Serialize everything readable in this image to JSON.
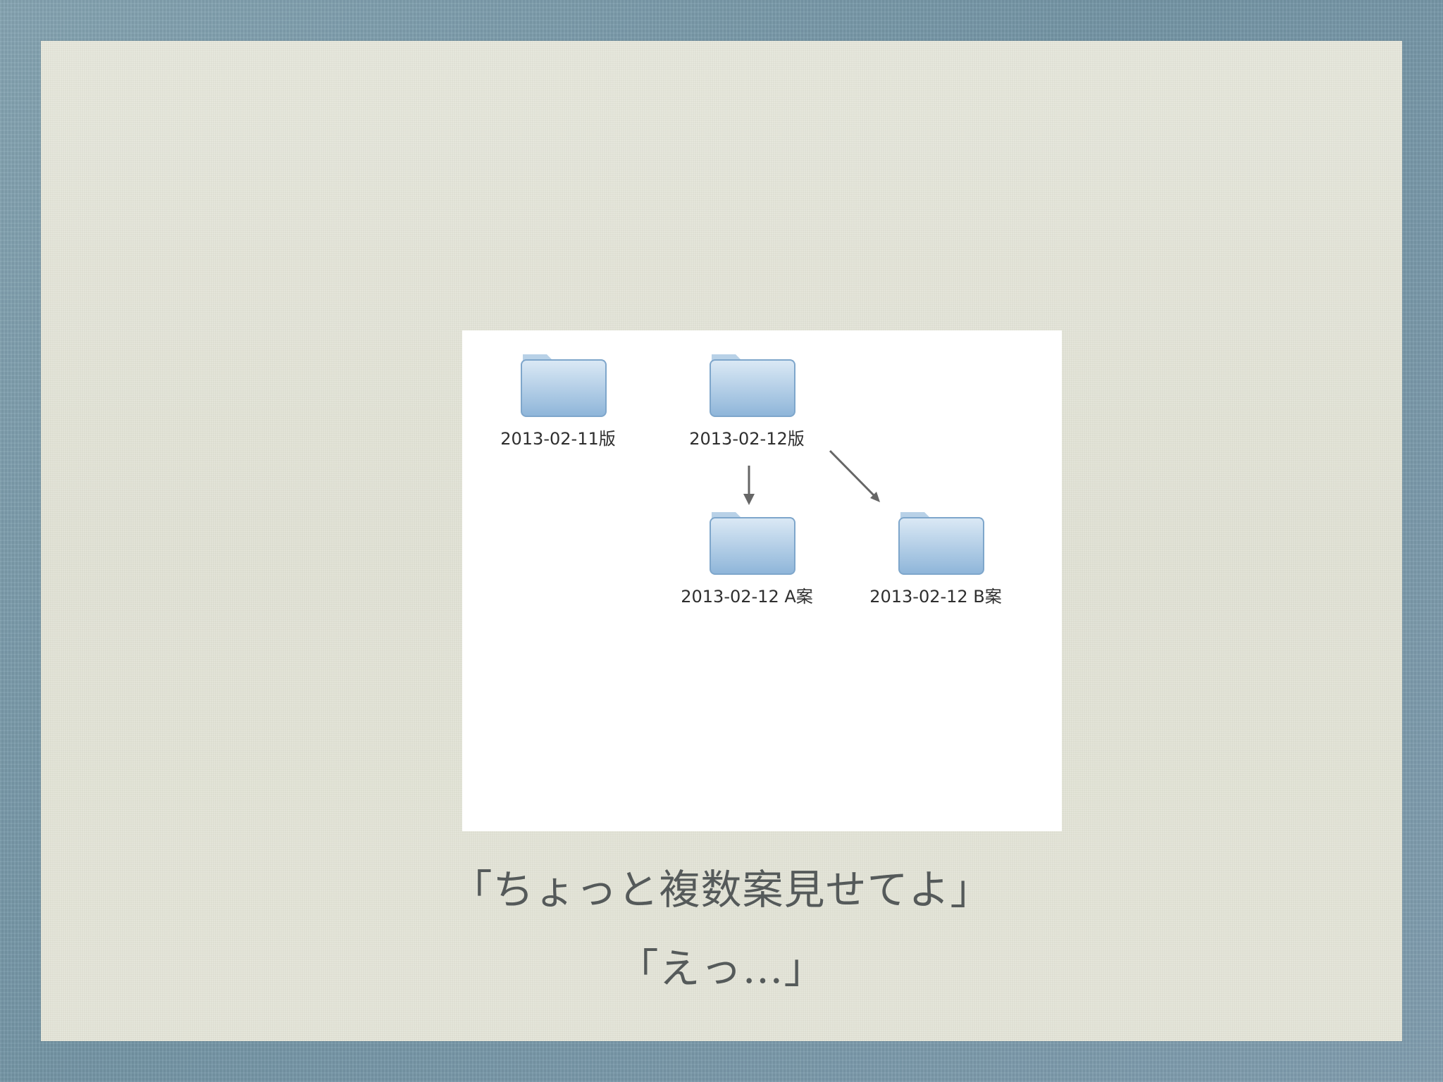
{
  "colors": {
    "outer_frame": "#7f9fae",
    "paper": "#e6e7da",
    "screenshot_background": "#ffffff",
    "folder_light": "#cfe1f0",
    "folder_dark": "#8ab2d6",
    "arrow": "#666666",
    "caption_text": "#555a5a"
  },
  "screenshot": {
    "folders": [
      {
        "label": "2013-02-11版",
        "icon": "folder-icon"
      },
      {
        "label": "2013-02-12版",
        "icon": "folder-icon"
      },
      {
        "label": "2013-02-12 A案",
        "icon": "folder-icon"
      },
      {
        "label": "2013-02-12 B案",
        "icon": "folder-icon"
      }
    ],
    "arrows": [
      {
        "from": "2013-02-12版",
        "to": "2013-02-12 A案",
        "icon": "down-arrow-icon"
      },
      {
        "from": "2013-02-12版",
        "to": "2013-02-12 B案",
        "icon": "diagonal-arrow-icon"
      }
    ]
  },
  "captions": {
    "line1": "「ちょっと複数案見せてよ」",
    "line2": "「えっ…」"
  }
}
